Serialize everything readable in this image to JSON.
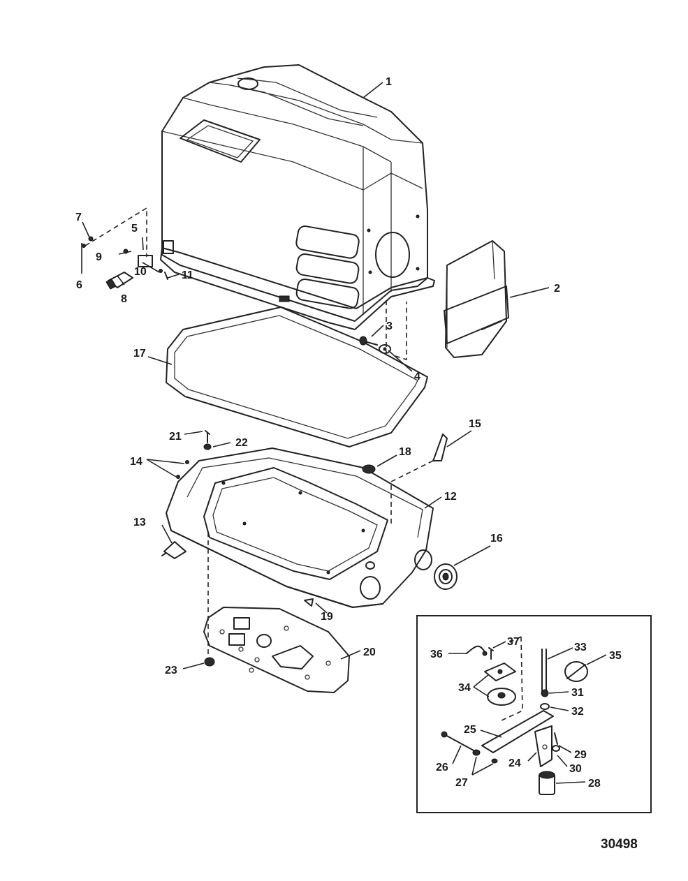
{
  "figure_number": "30498",
  "callouts": {
    "c1": "1",
    "c2": "2",
    "c3": "3",
    "c4": "4",
    "c5": "5",
    "c6": "6",
    "c7": "7",
    "c8": "8",
    "c9": "9",
    "c10": "10",
    "c11": "11",
    "c12": "12",
    "c13": "13",
    "c14": "14",
    "c15": "15",
    "c16": "16",
    "c17": "17",
    "c18": "18",
    "c19": "19",
    "c20": "20",
    "c21": "21",
    "c22": "22",
    "c23": "23",
    "c24": "24",
    "c25": "25",
    "c26": "26",
    "c27": "27",
    "c28": "28",
    "c29": "29",
    "c30": "30",
    "c31": "31",
    "c32": "32",
    "c33": "33",
    "c34": "34",
    "c35": "35",
    "c36": "36",
    "c37": "37"
  }
}
